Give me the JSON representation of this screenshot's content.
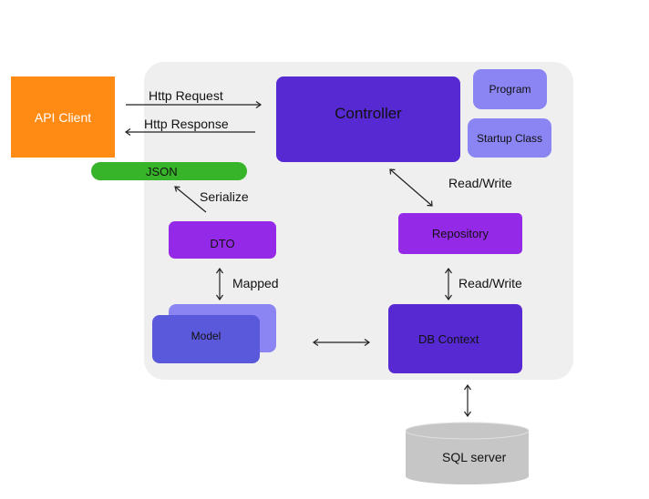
{
  "diagram": {
    "nodes": {
      "api_client": "API Client",
      "controller": "Controller",
      "program": "Program",
      "startup": "Startup Class",
      "json": "JSON",
      "dto": "DTO",
      "repository": "Repository",
      "model": "Model",
      "db_context": "DB Context",
      "sql_server": "SQL server"
    },
    "edges": {
      "http_request": "Http Request",
      "http_response": "Http Response",
      "serialize": "Serialize",
      "read_write_controller": "Read/Write",
      "mapped": "Mapped",
      "read_write_repository": "Read/Write"
    },
    "colors": {
      "container": "#efefef",
      "api_client": "#ff8a14",
      "controller": "#5629d2",
      "program": "#8b85f4",
      "startup": "#8b85f4",
      "json": "#38b42a",
      "dto": "#9529e8",
      "repository": "#9529e8",
      "model_back": "#8b85f4",
      "model_front": "#5b59db",
      "db_context": "#5629d2",
      "sql_server": "#c6c6c6"
    }
  }
}
